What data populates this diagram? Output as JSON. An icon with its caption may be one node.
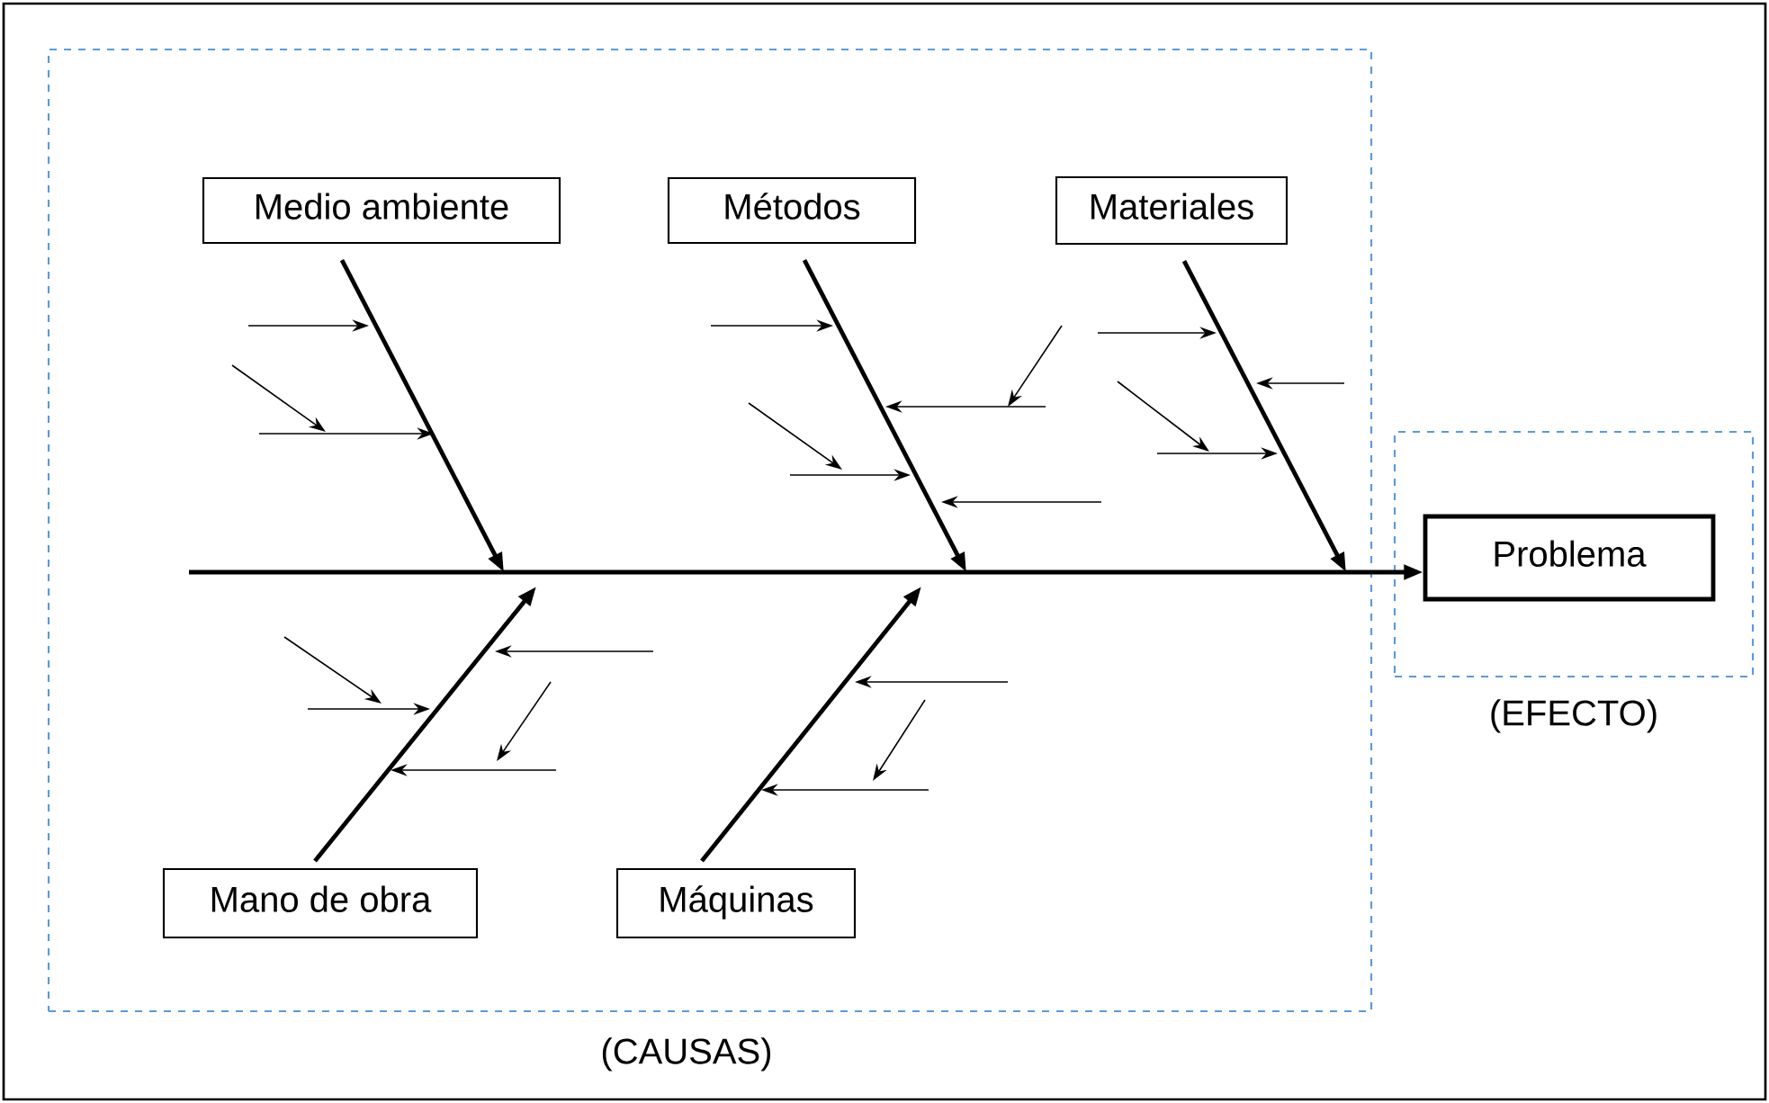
{
  "diagram": {
    "nodes": [
      {
        "text": [
          "(CAUSAS)"
        ]
      },
      {
        "text": [
          "Medio ambiente"
        ],
        "in": 0
      },
      {
        "text": [
          "Métodos"
        ],
        "in": 0
      },
      {
        "text": [
          "Materiales"
        ],
        "in": 0
      },
      {
        "text": [
          "Mano de obra"
        ],
        "in": 0
      },
      {
        "text": [
          "Máquinas"
        ],
        "in": 0
      },
      {
        "text": [
          "(EFECTO)"
        ]
      },
      {
        "text": [
          "Problema"
        ],
        "in": 6
      }
    ],
    "edges": [
      {
        "from": 1,
        "to": null,
        "arrow": "to"
      },
      {
        "from": 2,
        "to": null,
        "arrow": "to"
      },
      {
        "from": 3,
        "to": null,
        "arrow": "to"
      },
      {
        "from": 4,
        "to": null,
        "arrow": "to"
      },
      {
        "from": 5,
        "to": null,
        "arrow": "to"
      },
      {
        "from": null,
        "to": 7,
        "arrow": "to"
      }
    ]
  }
}
